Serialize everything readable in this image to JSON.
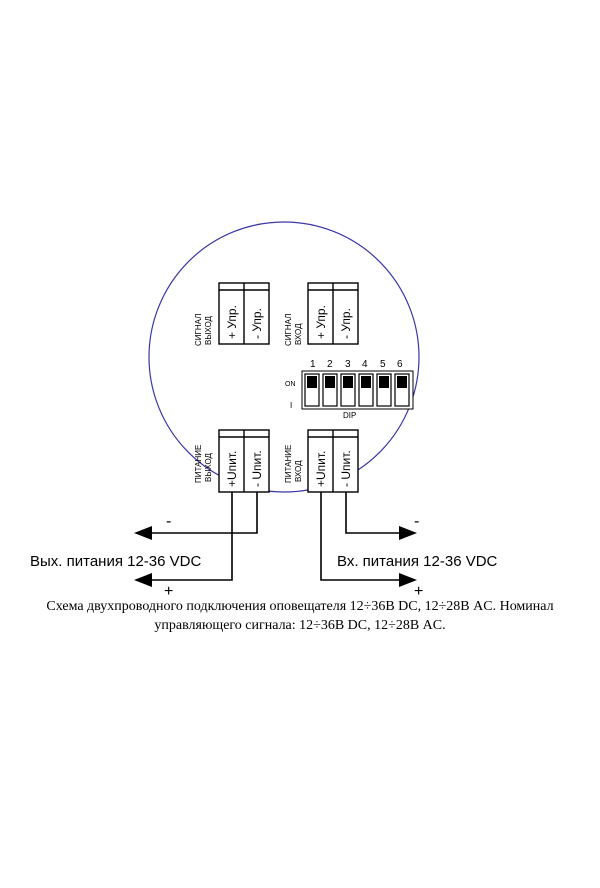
{
  "diagram": {
    "blocks": {
      "signal_out": {
        "side_label": [
          "СИГНАЛ",
          "ВЫХОД"
        ],
        "terminals": [
          "+ Упр.",
          "- Упр."
        ]
      },
      "signal_in": {
        "side_label": [
          "СИГНАЛ",
          "ВХОД"
        ],
        "terminals": [
          "+ Упр.",
          "- Упр."
        ]
      },
      "power_out": {
        "side_label": [
          "ПИТАНИЕ",
          "ВЫХОД"
        ],
        "terminals": [
          "+Uпит.",
          "- Uпит."
        ]
      },
      "power_in": {
        "side_label": [
          "ПИТАНИЕ",
          "ВХОД"
        ],
        "terminals": [
          "+Uпит.",
          "- Uпит."
        ]
      }
    },
    "dip": {
      "numbers": [
        "1",
        "2",
        "3",
        "4",
        "5",
        "6"
      ],
      "on_label": "ON",
      "off_label": "I",
      "caption": "DIP"
    },
    "wires": {
      "out_label": "Вых. питания 12-36 VDC",
      "in_label": "Вх. питания 12-36 VDC",
      "minus": "-",
      "plus": "+"
    },
    "caption_lines": [
      "Схема двухпроводного подключения оповещателя 12÷36В DC, 12÷28В AC. Номинал",
      "управляющего сигнала: 12÷36В DC, 12÷28В AC."
    ],
    "colors": {
      "ring": "#3a36a8",
      "line": "#000000"
    }
  }
}
